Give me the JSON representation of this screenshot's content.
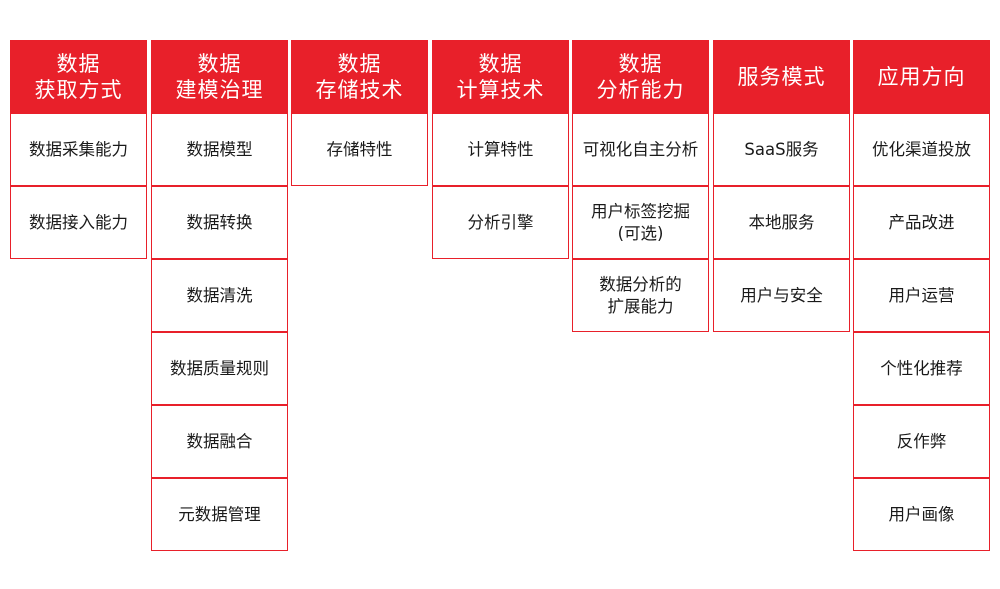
{
  "colors": {
    "accent": "#e8202a",
    "header_text": "#ffffff",
    "cell_text": "#1a1a1a"
  },
  "columns": [
    {
      "title": "数据\n获取方式",
      "items": [
        "数据采集能力",
        "数据接入能力"
      ]
    },
    {
      "title": "数据\n建模治理",
      "items": [
        "数据模型",
        "数据转换",
        "数据清洗",
        "数据质量规则",
        "数据融合",
        "元数据管理"
      ]
    },
    {
      "title": "数据\n存储技术",
      "items": [
        "存储特性"
      ]
    },
    {
      "title": "数据\n计算技术",
      "items": [
        "计算特性",
        "分析引擎"
      ]
    },
    {
      "title": "数据\n分析能力",
      "items": [
        "可视化自主分析",
        "用户标签挖掘\n(可选)",
        "数据分析的\n扩展能力"
      ]
    },
    {
      "title": "服务模式",
      "items": [
        "SaaS服务",
        "本地服务",
        "用户与安全"
      ]
    },
    {
      "title": "应用方向",
      "items": [
        "优化渠道投放",
        "产品改进",
        "用户运营",
        "个性化推荐",
        "反作弊",
        "用户画像"
      ]
    }
  ]
}
